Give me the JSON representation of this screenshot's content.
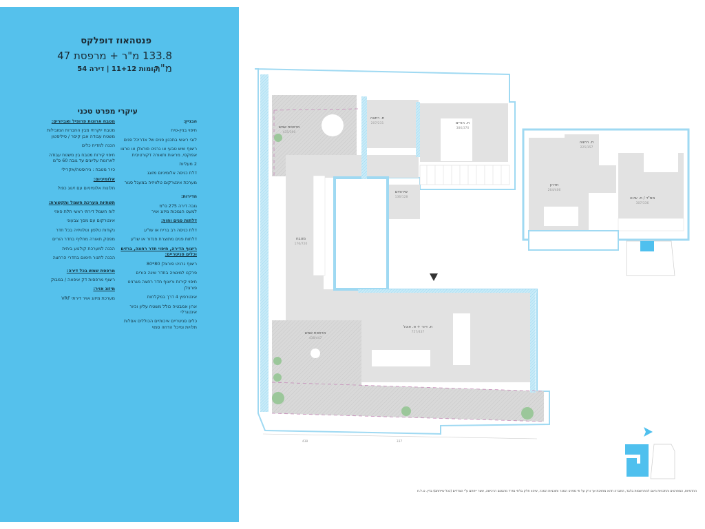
{
  "header": {
    "title": "פנטהאוז דופלקס",
    "subtitle": "133.8 מ\"ר + מרפסת 47 מ\"ר",
    "floors": "קומות 11+12 | דירה 54",
    "spec_heading": "עיקרי מפרט טכני"
  },
  "spec_right": {
    "building_heading": "הבניין:",
    "building": [
      "חיפוי בניין-טיח",
      "לובי ראשי בתכנון פנים של אדריכל פנים",
      "ריצוף שיש טבעי או גרניט פורצלן או טרצו אפוקסי, מראות ותאורה דקורטיבית",
      "2 מעליות",
      "דלת כניסה אלומיניום מזוגג",
      "מערכת אינטרקום טלוויזיה במעגל סגור"
    ],
    "apartments_heading": "הדירות:",
    "apartments": [
      "גובה דירה 275 ס\"מ",
      "למעט הנמכות מיזוג אויר"
    ],
    "doors_heading": "דלתות פנים וחוץ:",
    "doors": [
      "דלת כניסה רב בריח או שו\"ע",
      "דלתות פנים מתוצרת פנדור או שו\"ע"
    ],
    "flooring_heading": "ריצוף הדירה, חיפוי חדר רחצה, ברזים וכלים סניטריים:",
    "flooring": [
      "ריצוף גרניט פורצלן 80*80",
      "פרקט למינציה בחדר שינה הורים",
      "חיפוי קירות וריצוף חדר רחצה מגרניט פורצלן",
      "אינטרפוץ 4 דרך במקלחות",
      "ארון אמבטיה כולל משטח עליון וכיור אינטגרלי",
      "כלים סניטריים איכותיים הכוללים אסלות תלויות ומיכל הדחה סמוי"
    ]
  },
  "spec_left": {
    "kitchen_heading": "מטבח ארונות פרופיל ואביזרים:",
    "kitchen": [
      "מטבח יוקרתי מבין החברות המובילות משטח עבודה אבן קיסר / סיליסטון",
      "הכנה למדיח כלים",
      "חיפוי קירות מטבח בין משטח עבודה לארונות עליונים עד גובה 60 ס\"מ",
      "כיור מטבח : נירוסטה/אקרילי"
    ],
    "aluminum_heading": "אלומיניום:",
    "aluminum": [
      "חלונות אלומיניום עם זיגוג כפול"
    ],
    "electric_heading": "תשתיות מערכת חשמל ותקשורת:",
    "electric": [
      "לוח חשמל דירתי ראשי תלת פאזי",
      "אינטרקום עם מסך צבעוני",
      "נקודות טלפון וטלוויזיה בכל חדר",
      "מפסק תאורה מחליף בחדר הורים",
      "הכנה למערכת קולנוע ביתית",
      "הכנה לתנור חימום בחדרי הרחצה"
    ],
    "balcony_heading": "מרפסת שמש בכל דירה:",
    "balcony": [
      "ריצוף מרפסות דק איפאה / במבוק"
    ],
    "ac_heading": "מיזוג אויר:",
    "ac": [
      "מערכת מיזוג אויר דירתי VRF"
    ]
  },
  "rooms": {
    "terrace_top": {
      "name": "מרפסת שמש",
      "size": "435/390"
    },
    "bath_lower": {
      "name": "ת. רחצה",
      "size": "207/231"
    },
    "master": {
      "name": "ת. הורים",
      "size": "386/370"
    },
    "wc": {
      "name": "שירותים",
      "size": "136/128"
    },
    "kitchen": {
      "name": "מטבח",
      "size": "176/720"
    },
    "bath_upper": {
      "name": "ת. רחצה",
      "size": "225/157"
    },
    "small_room": {
      "name": "חדרון",
      "size": "264/406"
    },
    "mamad": {
      "name": "ממ\"ד / ת. שינה",
      "size": "307/336"
    },
    "living": {
      "name": "ת. דיור + פ. אוכל",
      "size": "757/437"
    },
    "terrace_bottom": {
      "name": "מרפסת שמש",
      "size": "438/447"
    }
  },
  "dimensions": [
    "438",
    "337"
  ],
  "disclaimer": "ההדמיות, המפרטים והתכניות הינם להתרשמות בלבד, החברה תהא מחויבת אך ורק על פי מפרט המכר ותוכניות המכר, שיהוו חלק בלתי נפרד מהסכם הרכישה, אשר ייחתם ע\"י הצדדים (ככל שייחתם) בדין. ט.ל.ח",
  "colors": {
    "panel": "#55c1ec",
    "wall": "#9fd9f2",
    "floor": "#e2e2e2",
    "highlight": "#4fc0ee"
  }
}
